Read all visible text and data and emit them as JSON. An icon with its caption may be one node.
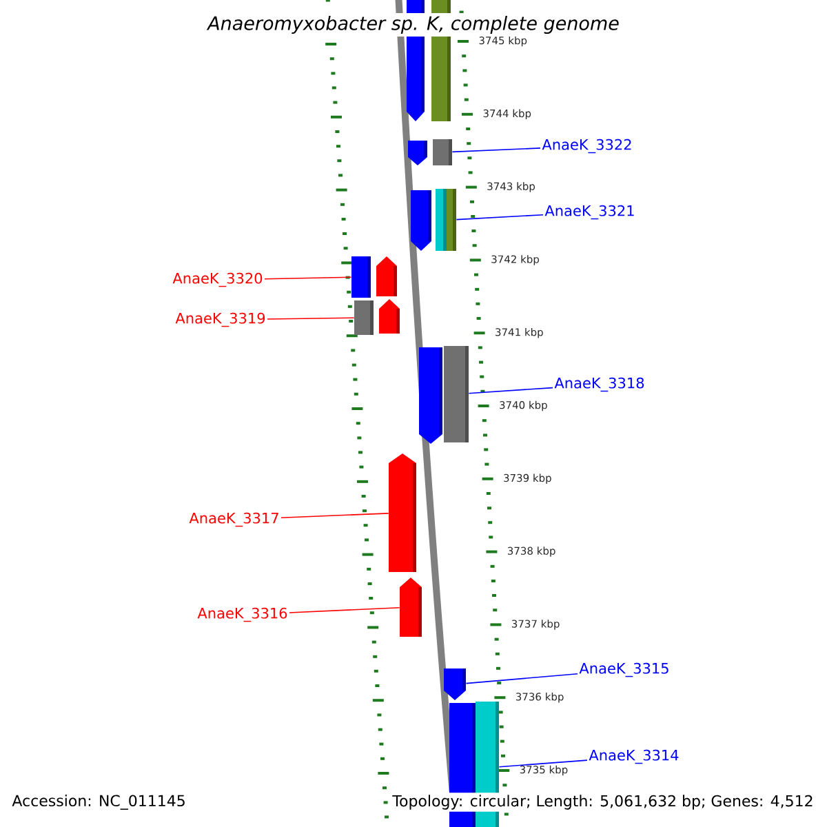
{
  "diagram": {
    "title": "Anaeromyxobacter sp. K, complete genome",
    "nodes": [
      {
        "text": [],
        "shape": "pentagon"
      },
      {
        "text": [],
        "shape": "box"
      },
      {
        "text": [],
        "shape": "pentagon"
      },
      {
        "text": [],
        "shape": "box"
      },
      {
        "text": [],
        "shape": "pentagon"
      },
      {
        "text": [],
        "shape": "box"
      },
      {
        "text": [],
        "shape": "box"
      },
      {
        "text": [],
        "shape": "box"
      },
      {
        "text": [],
        "shape": "pentagon"
      },
      {
        "text": [],
        "shape": "box"
      },
      {
        "text": [],
        "shape": "pentagon"
      },
      {
        "text": [],
        "shape": "pentagon"
      },
      {
        "text": [],
        "shape": "box"
      },
      {
        "text": [],
        "shape": "pentagon"
      },
      {
        "text": [],
        "shape": "pentagon"
      },
      {
        "text": [],
        "shape": "pentagon"
      },
      {
        "text": [],
        "shape": "box"
      },
      {
        "text": [],
        "shape": "box"
      },
      {
        "text": [
          "AnaeK_3322"
        ]
      },
      {
        "text": [
          "AnaeK_3321"
        ]
      },
      {
        "text": [
          "AnaeK_3320"
        ]
      },
      {
        "text": [
          "AnaeK_3319"
        ]
      },
      {
        "text": [
          "AnaeK_3318"
        ]
      },
      {
        "text": [
          "AnaeK_3317"
        ]
      },
      {
        "text": [
          "AnaeK_3316"
        ]
      },
      {
        "text": [
          "AnaeK_3315"
        ]
      },
      {
        "text": [
          "AnaeK_3314"
        ]
      }
    ],
    "edges": [
      {
        "from": 18,
        "to": 3,
        "arrow": "none"
      },
      {
        "from": 19,
        "to": 6,
        "arrow": "none"
      },
      {
        "from": 20,
        "to": 7,
        "arrow": "none",
        "color": "#ff0000"
      },
      {
        "from": 21,
        "to": 9,
        "arrow": "none",
        "color": "#ff0000"
      },
      {
        "from": 22,
        "to": 12,
        "arrow": "none"
      },
      {
        "from": 23,
        "to": 13,
        "arrow": "none",
        "color": "#ff0000"
      },
      {
        "from": 24,
        "to": 14,
        "arrow": "none",
        "color": "#ff0000"
      },
      {
        "from": 25,
        "to": 15,
        "arrow": "none"
      },
      {
        "from": 26,
        "to": 17,
        "arrow": "none"
      }
    ],
    "labels": [
      "3745 kbp",
      "3744 kbp",
      "3743 kbp",
      "3742 kbp",
      "3741 kbp",
      "3740 kbp",
      "3739 kbp",
      "3738 kbp",
      "3737 kbp",
      "3736 kbp",
      "3735 kbp",
      "Accession: NC_011145",
      "Topology: circular; Length: 5,061,632 bp; Genes: 4,512"
    ]
  }
}
